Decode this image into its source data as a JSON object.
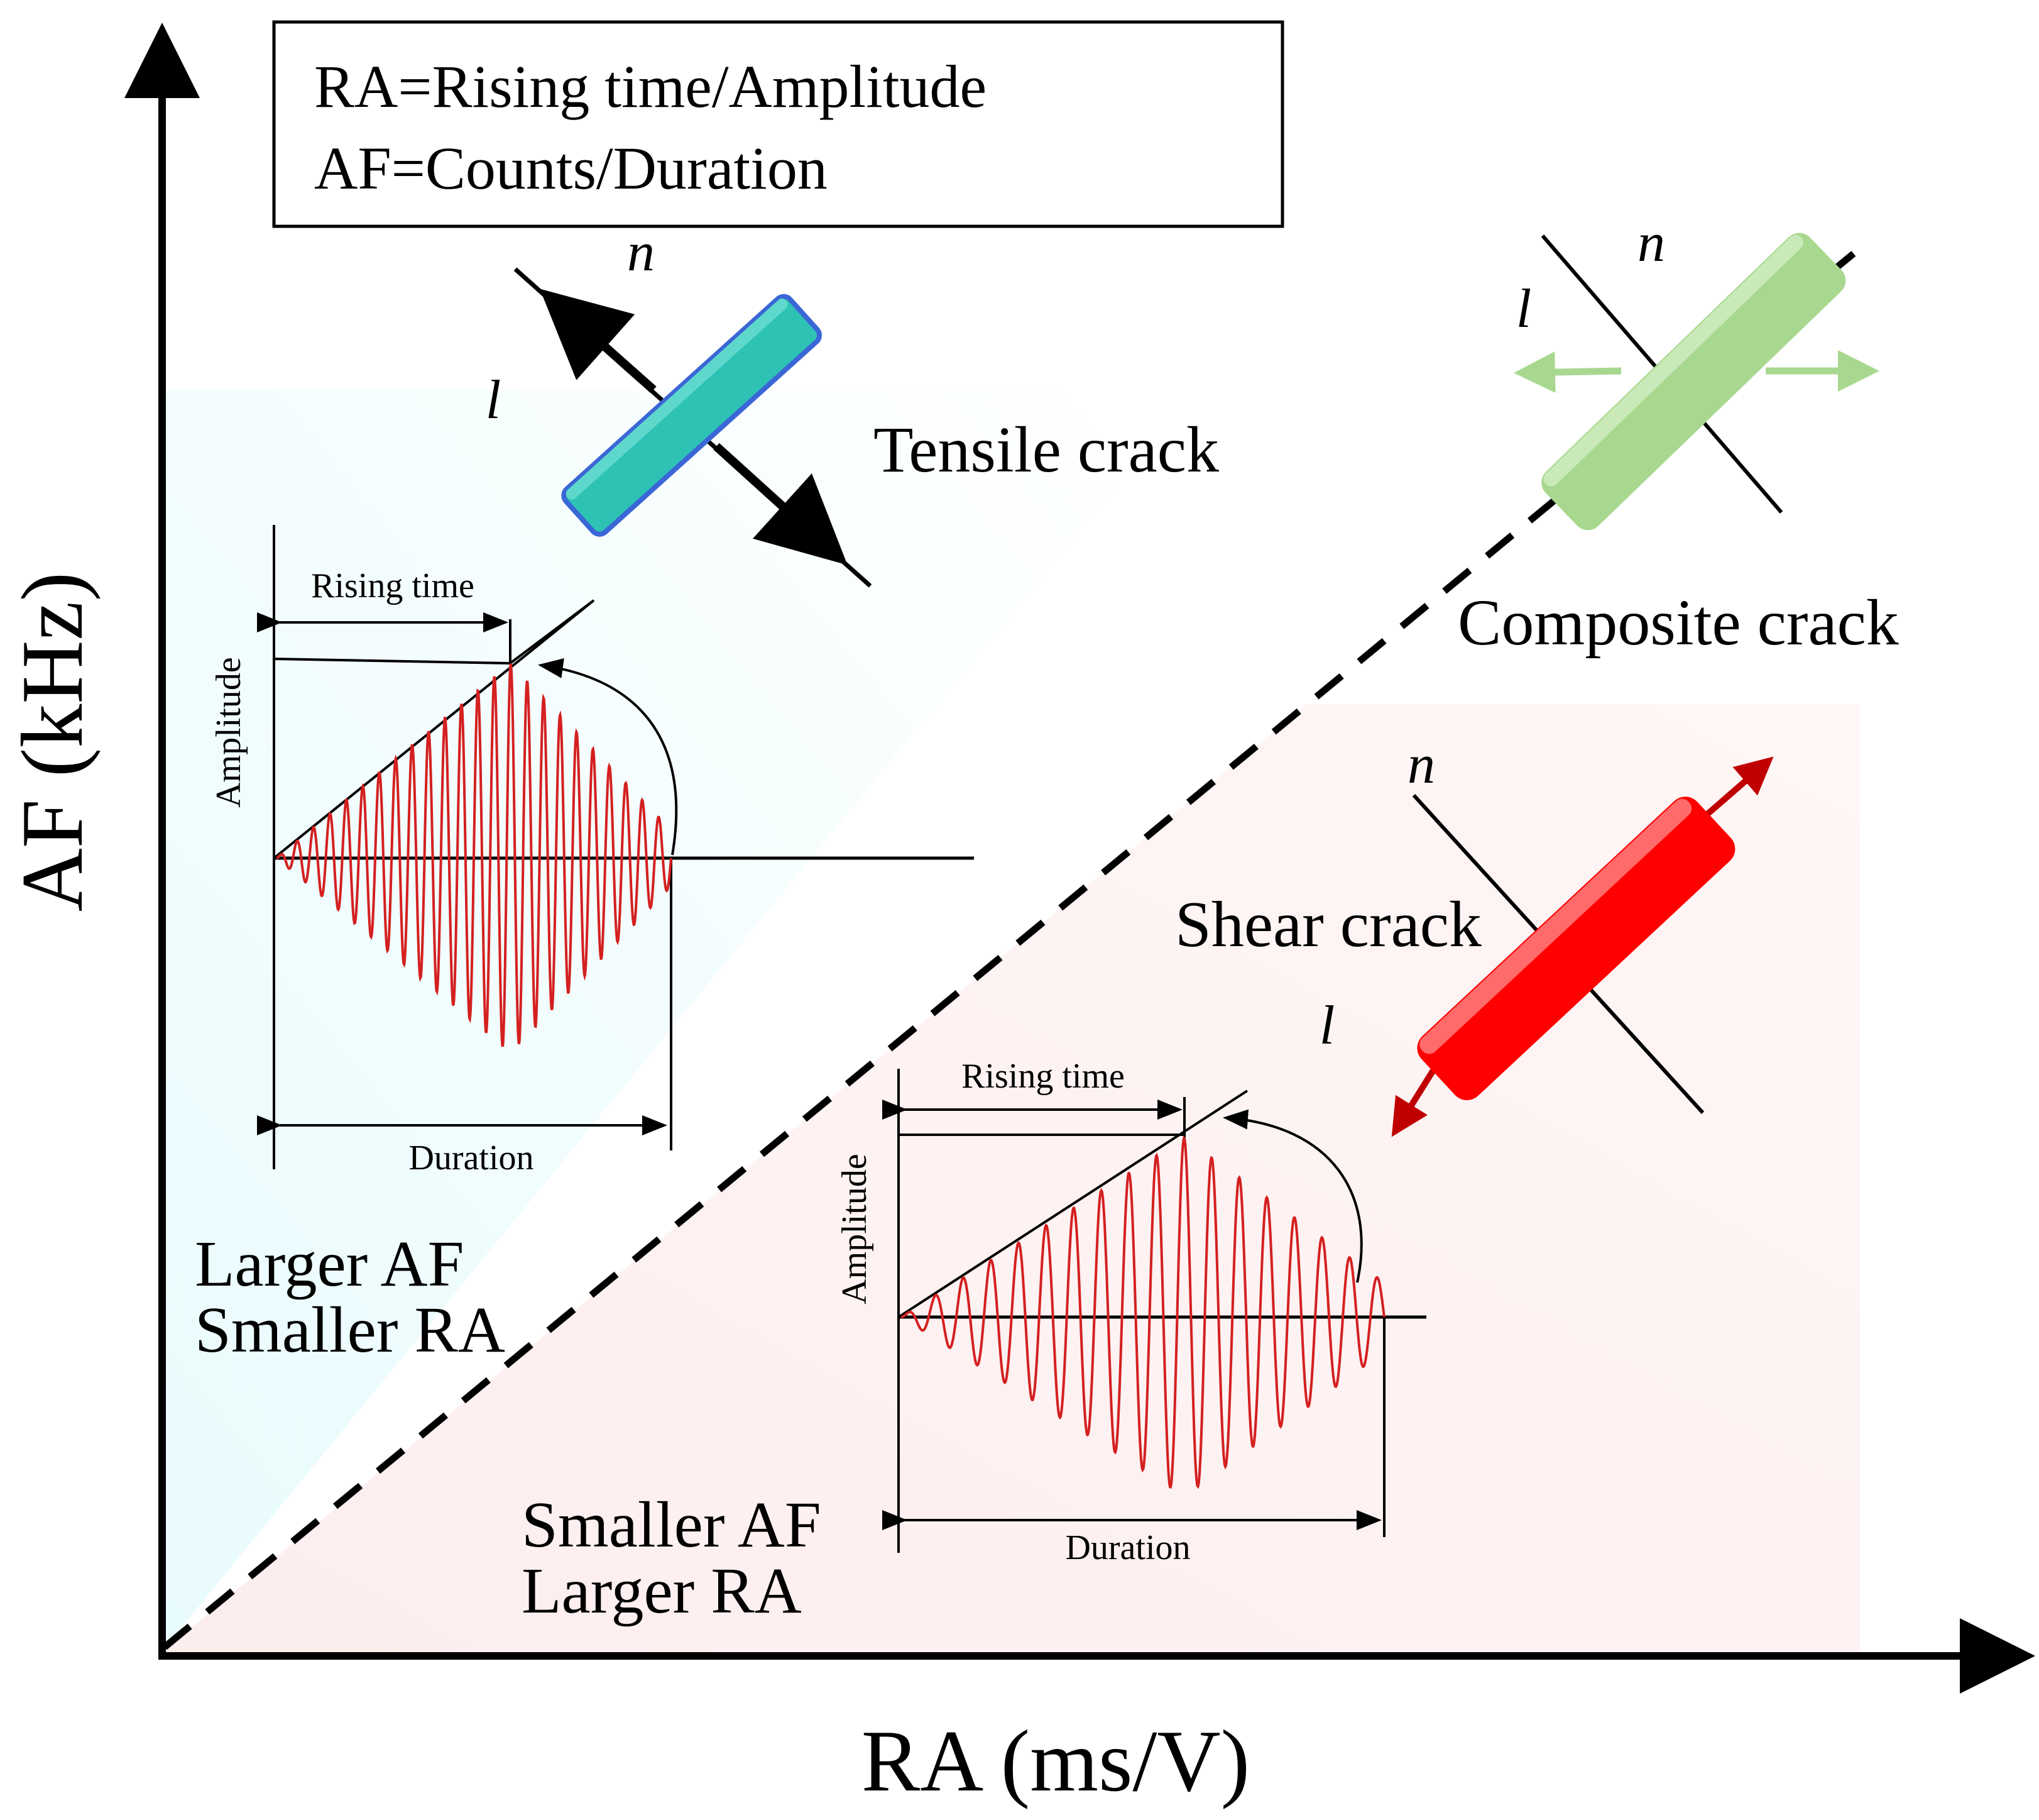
{
  "definitions": {
    "ra": "RA=Rising time/Amplitude",
    "af": "AF=Counts/Duration"
  },
  "axes": {
    "x_label": "RA (ms/V)",
    "y_label": "AF (kHz)"
  },
  "regions": {
    "upper_left": {
      "line1": "Larger AF",
      "line2": "Smaller RA"
    },
    "lower_right": {
      "line1": "Smaller AF",
      "line2": "Larger RA"
    }
  },
  "cracks": {
    "tensile": {
      "label": "Tensile crack",
      "normal": "n",
      "tangent": "l",
      "color": "#2ec2b5"
    },
    "composite": {
      "label": "Composite crack",
      "normal": "n",
      "tangent": "l",
      "color": "#a8d890"
    },
    "shear": {
      "label": "Shear crack",
      "normal": "n",
      "tangent": "l",
      "color": "#ff0000"
    }
  },
  "waveforms": {
    "tensile": {
      "rising_time": "Rising time",
      "amplitude": "Amplitude",
      "duration": "Duration"
    },
    "shear": {
      "rising_time": "Rising time",
      "amplitude": "Amplitude",
      "duration": "Duration"
    }
  },
  "colors": {
    "upper_region": "#effbfc",
    "lower_region": "#fdf1f1",
    "signal": "#d42020"
  }
}
